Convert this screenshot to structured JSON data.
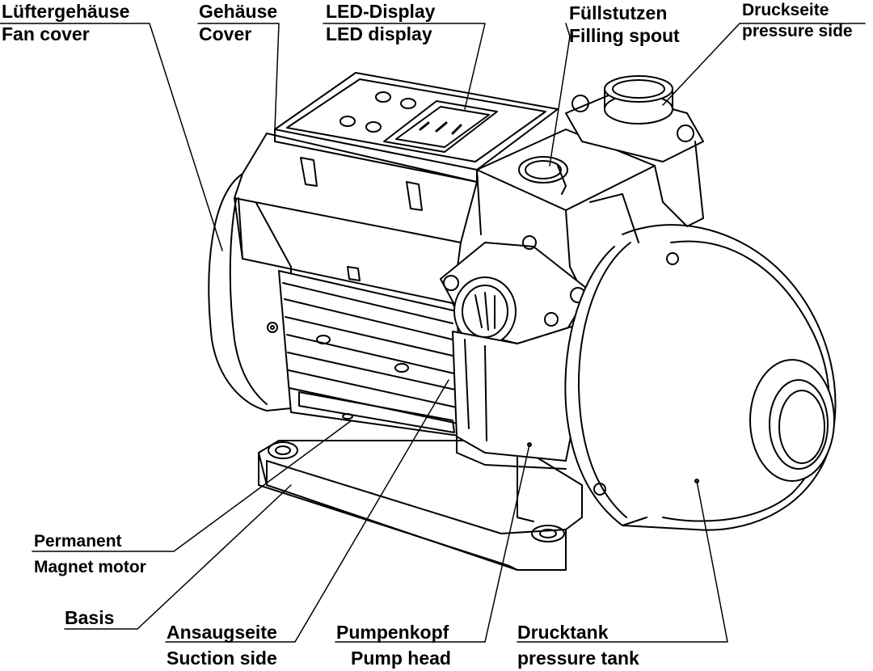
{
  "labels": {
    "fan_cover": {
      "de": "Lüftergehäuse",
      "en": "Fan cover"
    },
    "cover": {
      "de": "Gehäuse",
      "en": "Cover"
    },
    "led_display": {
      "de": "LED-Display",
      "en": "LED display"
    },
    "filling_spout": {
      "de": "Füllstutzen",
      "en": "Filling spout"
    },
    "pressure_side": {
      "de": "Druckseite",
      "en": "pressure side"
    },
    "motor": {
      "de": "Permanent",
      "en": "Magnet motor"
    },
    "basis": {
      "de": "Basis"
    },
    "suction_side": {
      "de": "Ansaugseite",
      "en": "Suction side"
    },
    "pump_head": {
      "de": "Pumpenkopf",
      "en": "Pump head"
    },
    "pressure_tank": {
      "de": "Drucktank",
      "en": "pressure tank"
    }
  },
  "colors": {
    "line": "#000000",
    "background": "#ffffff"
  }
}
